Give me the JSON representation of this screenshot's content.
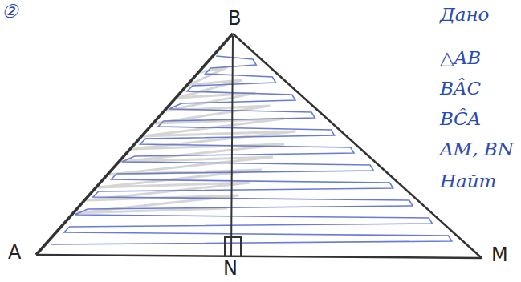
{
  "diagram": {
    "labels": [
      "②",
      "B",
      "A",
      "N",
      "M",
      "Дано",
      "△AB",
      "BÂC",
      "BĈA",
      "AM, BN",
      "Найт"
    ]
  }
}
